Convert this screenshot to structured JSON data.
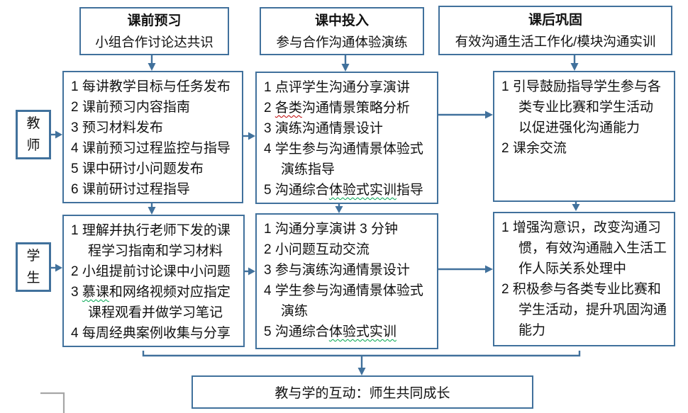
{
  "colors": {
    "line": "#41719C",
    "squiggle_red": "#C00000",
    "squiggle_green": "#00A550",
    "corner_gray": "#A6A6A6"
  },
  "headers": [
    {
      "title": "课前预习",
      "subtitle": "小组合作讨论达共识"
    },
    {
      "title": "课中投入",
      "subtitle": "参与合作沟通体验演练"
    },
    {
      "title": "课后巩固",
      "subtitle": "有效沟通生活工作化/模块沟通实训"
    }
  ],
  "roles": [
    {
      "label": "教师"
    },
    {
      "label": "学生"
    }
  ],
  "teacher_boxes": [
    {
      "lines": [
        {
          "seg": [
            {
              "t": "1 每讲教学目标与任务发布"
            }
          ]
        },
        {
          "seg": [
            {
              "t": "2 课前预习内容指南"
            }
          ]
        },
        {
          "seg": [
            {
              "t": "3 预习材料发布"
            }
          ]
        },
        {
          "seg": [
            {
              "t": "4 课前预习过程监控与指导"
            }
          ]
        },
        {
          "seg": [
            {
              "t": "5 课中研讨小问题发布"
            }
          ]
        },
        {
          "seg": [
            {
              "t": "6 课前研讨过程指导"
            }
          ]
        }
      ]
    },
    {
      "lines": [
        {
          "seg": [
            {
              "t": "1 点评学生沟通分享演讲"
            }
          ]
        },
        {
          "seg": [
            {
              "t": "2 "
            },
            {
              "t": "各类",
              "u": "red"
            },
            {
              "t": "沟通情景策略分析"
            }
          ]
        },
        {
          "seg": [
            {
              "t": "3 演练沟通情景设计"
            }
          ]
        },
        {
          "seg": [
            {
              "t": "4 学生参与沟通情景体验式"
            }
          ]
        },
        {
          "indent": true,
          "seg": [
            {
              "t": "演练指导"
            }
          ]
        },
        {
          "seg": [
            {
              "t": "5 沟通综合"
            },
            {
              "t": "体验式实训",
              "u": "green"
            },
            {
              "t": "指导"
            }
          ]
        }
      ]
    },
    {
      "lines": [
        {
          "seg": [
            {
              "t": "1 引导鼓励指导学生参与各"
            }
          ]
        },
        {
          "indent": true,
          "seg": [
            {
              "t": "类专业比赛和学生活动"
            }
          ]
        },
        {
          "indent": true,
          "seg": [
            {
              "t": "以促进强化沟通能力"
            }
          ]
        },
        {
          "seg": [
            {
              "t": "2 课余交流"
            }
          ]
        }
      ]
    }
  ],
  "student_boxes": [
    {
      "lines": [
        {
          "seg": [
            {
              "t": "1 理解并执行老师下发的课"
            }
          ]
        },
        {
          "indent": true,
          "seg": [
            {
              "t": "程学习指南和学习材料"
            }
          ]
        },
        {
          "seg": [
            {
              "t": "2 小组提前讨论课中小问题"
            }
          ]
        },
        {
          "seg": [
            {
              "t": "3 "
            },
            {
              "t": "慕课",
              "u": "green"
            },
            {
              "t": "和网络视频对应指定"
            }
          ]
        },
        {
          "indent": true,
          "seg": [
            {
              "t": "课程观看并做学习笔记"
            }
          ]
        },
        {
          "seg": [
            {
              "t": "4 每周经典案例收集与分享"
            }
          ]
        }
      ]
    },
    {
      "lines": [
        {
          "seg": [
            {
              "t": "1 沟通分享演讲 3 分钟"
            }
          ]
        },
        {
          "seg": [
            {
              "t": "2 小问题互动交流"
            }
          ]
        },
        {
          "seg": [
            {
              "t": "3 参与演练沟通情景设计"
            }
          ]
        },
        {
          "seg": [
            {
              "t": "4 学生参与沟通情景体验式"
            }
          ]
        },
        {
          "indent": true,
          "seg": [
            {
              "t": "演练"
            }
          ]
        },
        {
          "seg": [
            {
              "t": "5 沟通综合"
            },
            {
              "t": "体验式实训",
              "u": "green"
            }
          ]
        }
      ]
    },
    {
      "lines": [
        {
          "seg": [
            {
              "t": "1 增强沟意识，改变沟通习"
            }
          ]
        },
        {
          "indent": true,
          "seg": [
            {
              "t": "惯，有效沟通融入生活工"
            }
          ]
        },
        {
          "indent": true,
          "seg": [
            {
              "t": "作人际关系处理中"
            }
          ]
        },
        {
          "seg": [
            {
              "t": "2 积极参与各类专业比赛和"
            }
          ]
        },
        {
          "indent": true,
          "seg": [
            {
              "t": "学生活动，提升巩固沟通"
            }
          ]
        },
        {
          "indent": true,
          "seg": [
            {
              "t": "能力"
            }
          ]
        }
      ]
    }
  ],
  "footer": {
    "label": "教与学的互动：师生共同成长"
  }
}
